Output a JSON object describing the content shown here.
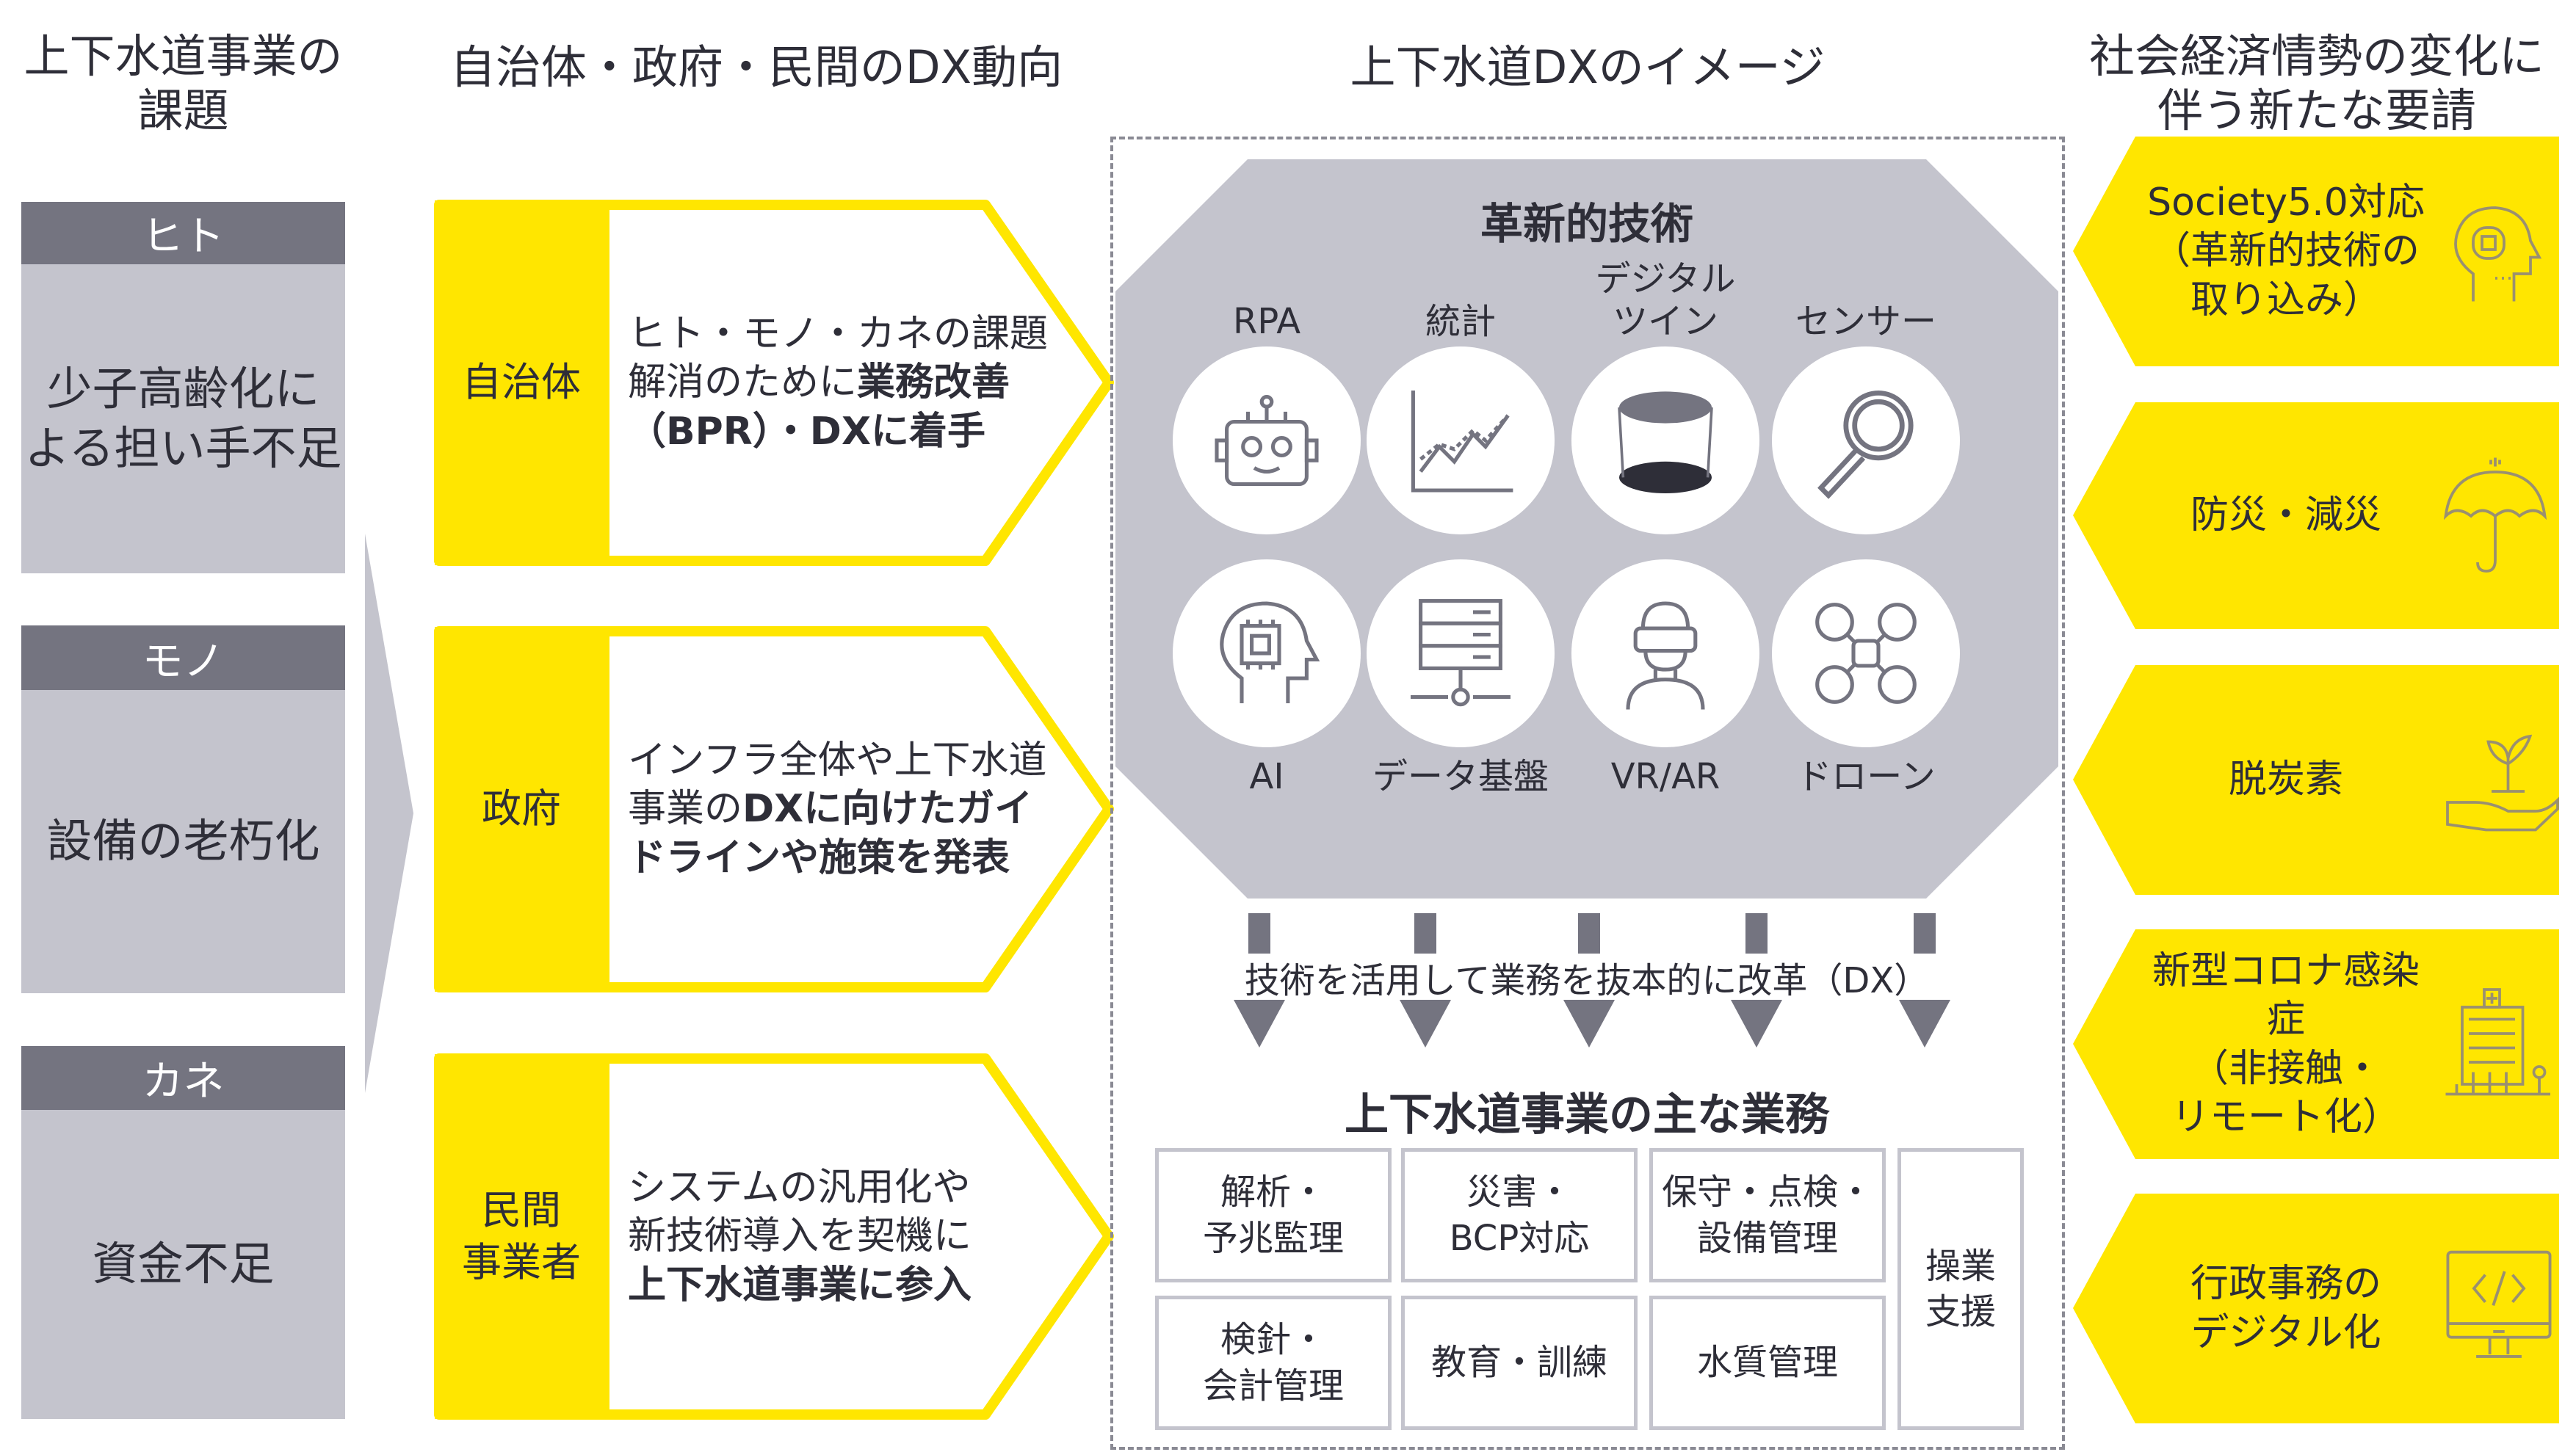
{
  "columns": {
    "issues": "上下水道事業の\n課題",
    "trends": "自治体・政府・民間のDX動向",
    "image": "上下水道DXのイメージ",
    "demands": "社会経済情勢の変化に\n伴う新たな要請"
  },
  "issues": [
    {
      "header": "ヒト",
      "body": "少子高齢化に\nよる担い手不足"
    },
    {
      "header": "モノ",
      "body": "設備の老朽化"
    },
    {
      "header": "カネ",
      "body": "資金不足"
    }
  ],
  "trends": [
    {
      "actor": "自治体",
      "lines": [
        [
          "ヒト・モノ・カネの課題",
          ""
        ],
        [
          "解消のために",
          "業務改善"
        ],
        [
          "",
          "（BPR）・DXに着手"
        ]
      ]
    },
    {
      "actor": "政府",
      "lines": [
        [
          "インフラ全体や上下水道",
          ""
        ],
        [
          "事業の",
          "DXに向けたガイ"
        ],
        [
          "",
          "ドラインや施策を発表"
        ]
      ]
    },
    {
      "actor": "民間\n事業者",
      "lines": [
        [
          "システムの汎用化や",
          ""
        ],
        [
          "新技術導入を契機に",
          ""
        ],
        [
          "",
          "上下水道事業に参入"
        ]
      ]
    }
  ],
  "tech": {
    "title": "革新的技術",
    "items": [
      {
        "label": "RPA",
        "icon": "robot-icon"
      },
      {
        "label": "統計",
        "icon": "chart-icon"
      },
      {
        "label": "デジタル\nツイン",
        "icon": "digital-twin-icon"
      },
      {
        "label": "センサー",
        "icon": "magnifier-icon"
      },
      {
        "label": "AI",
        "icon": "ai-head-icon"
      },
      {
        "label": "データ基盤",
        "icon": "server-icon"
      },
      {
        "label": "VR/AR",
        "icon": "vr-headset-icon"
      },
      {
        "label": "ドローン",
        "icon": "drone-icon"
      }
    ]
  },
  "reform_text": "技術を活用して業務を抜本的に改革（DX）",
  "operations": {
    "title": "上下水道事業の主な業務",
    "items": [
      "解析・\n予兆監理",
      "災害・\nBCP対応",
      "保守・点検・\n設備管理",
      "操業\n支援",
      "検針・\n会計管理",
      "教育・訓練",
      "水質管理"
    ]
  },
  "demands": [
    {
      "text": "Society5.0対応\n（革新的技術の\n取り込み）",
      "icon": "ai-head-icon"
    },
    {
      "text": "防災・減災",
      "icon": "umbrella-icon"
    },
    {
      "text": "脱炭素",
      "icon": "plant-hand-icon"
    },
    {
      "text": "新型コロナ感染症\n（非接触・\nリモート化）",
      "icon": "hospital-icon"
    },
    {
      "text": "行政事務の\nデジタル化",
      "icon": "monitor-code-icon"
    }
  ],
  "colors": {
    "yellow": "#ffe600",
    "dark_gray": "#747480",
    "light_gray": "#c4c4cd",
    "text": "#2e2e38"
  }
}
